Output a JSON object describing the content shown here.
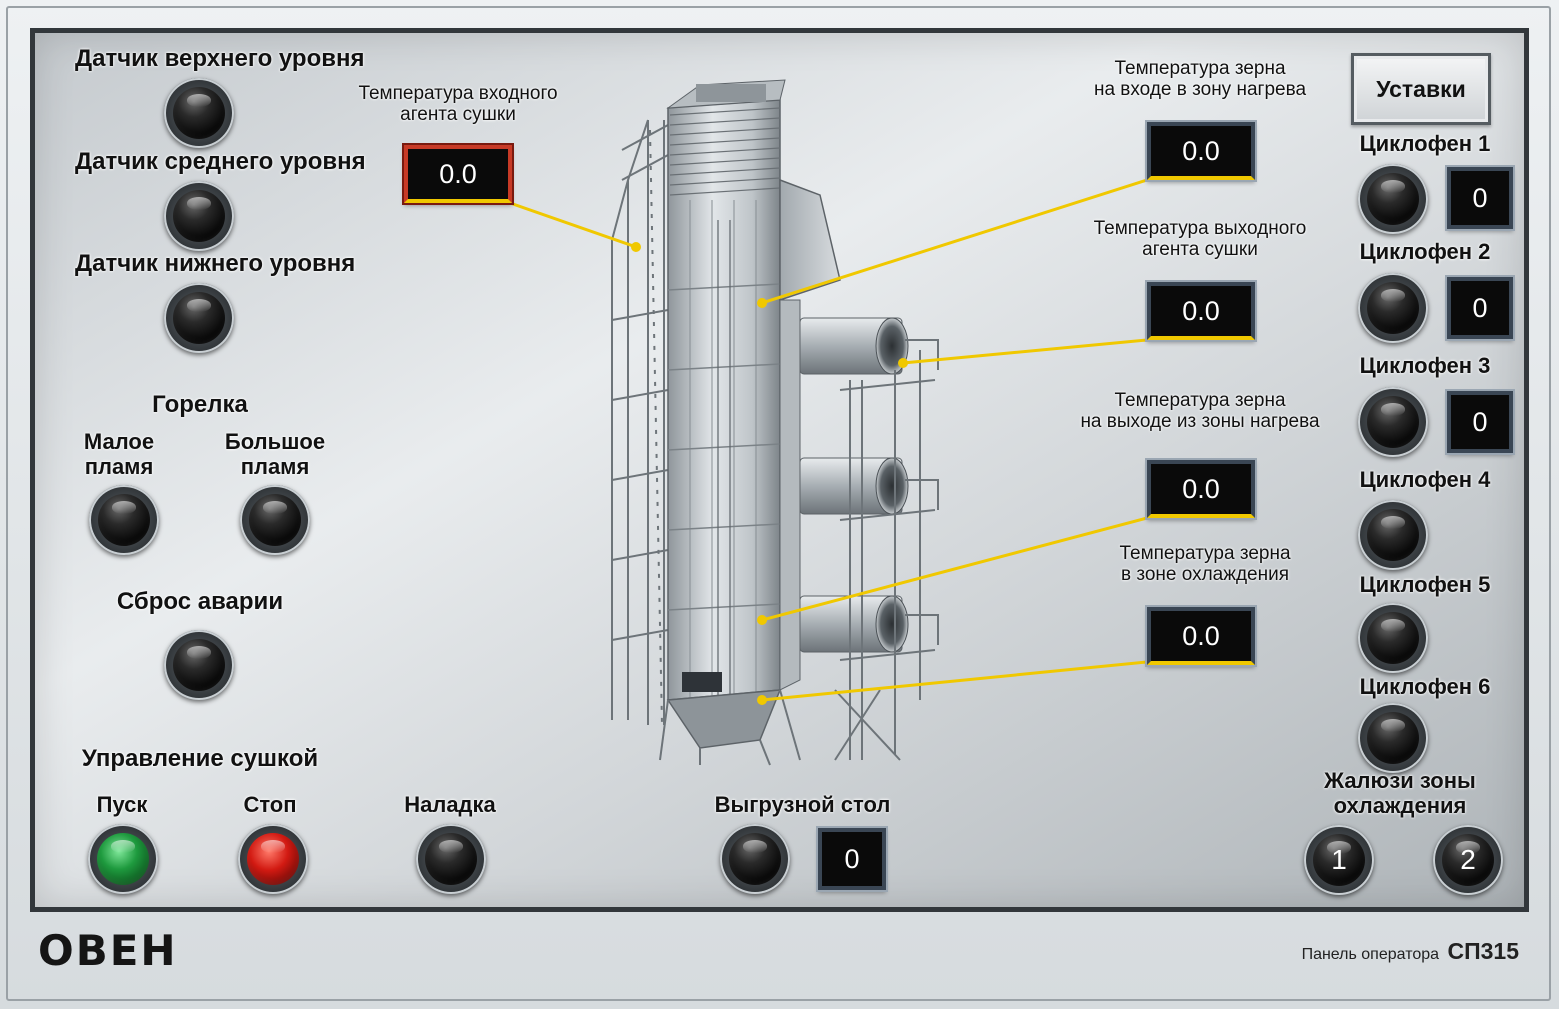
{
  "sensors": {
    "upper_label": "Датчик верхнего уровня",
    "middle_label": "Датчик среднего уровня",
    "lower_label": "Датчик нижнего уровня"
  },
  "burner": {
    "title": "Горелка",
    "small_flame": "Малое\nпламя",
    "big_flame": "Большое\nпламя"
  },
  "alarm_reset": {
    "label": "Сброс аварии"
  },
  "drying_control": {
    "title": "Управление сушкой",
    "start": "Пуск",
    "stop": "Стоп",
    "setup": "Наладка"
  },
  "inlet_agent_temp": {
    "label": "Температура входного\nагента сушки",
    "value": "0.0"
  },
  "grain_in_heat_temp": {
    "label": "Температура зерна\nна входе в зону нагрева",
    "value": "0.0"
  },
  "outlet_agent_temp": {
    "label": "Температура выходного\nагента сушки",
    "value": "0.0"
  },
  "grain_out_heat_temp": {
    "label": "Температура зерна\nна выходе из зоны нагрева",
    "value": "0.0"
  },
  "grain_cool_temp": {
    "label": "Температура зерна\nв зоне охлаждения",
    "value": "0.0"
  },
  "unload_table": {
    "label": "Выгрузной стол",
    "value": "0"
  },
  "settings_button": "Уставки",
  "cyclofans": [
    {
      "label": "Циклофен 1",
      "value": "0"
    },
    {
      "label": "Циклофен 2",
      "value": "0"
    },
    {
      "label": "Циклофен 3",
      "value": "0"
    },
    {
      "label": "Циклофен 4"
    },
    {
      "label": "Циклофен 5"
    },
    {
      "label": "Циклофен 6"
    }
  ],
  "cooling_louvers": {
    "label": "Жалюзи зоны\nохлаждения",
    "btn1": "1",
    "btn2": "2"
  },
  "footer": {
    "logo": "ОВЕН",
    "panel_prefix": "Панель оператора",
    "panel_model": "СП315"
  },
  "colors": {
    "screen_frame": "#32373b",
    "display_border": "#3a4654",
    "inlet_display_border": "#c73a26",
    "leader_line": "#f0c800",
    "start_lamp": "#1e9a3e",
    "stop_lamp": "#d21a12"
  },
  "icons": [
    "dryer-tower-illustration"
  ]
}
